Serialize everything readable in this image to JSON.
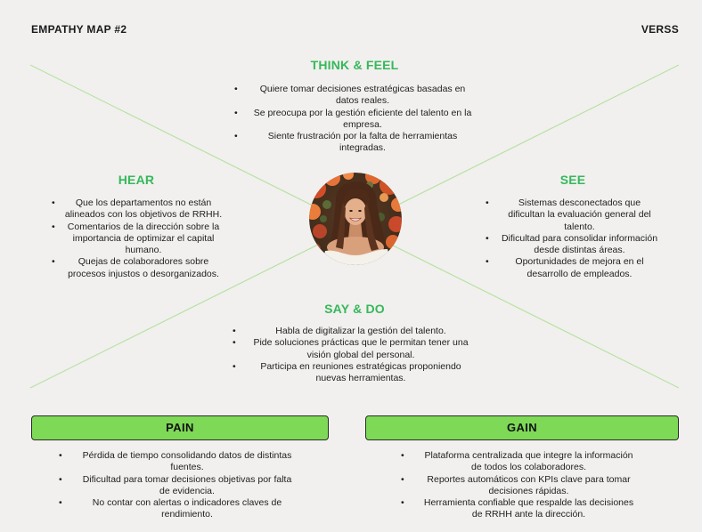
{
  "header": {
    "title": "EMPATHY MAP #2",
    "brand": "VERSS"
  },
  "think_feel": {
    "title": "THINK & FEEL",
    "items": [
      "Quiere tomar decisiones estratégicas basadas en datos reales.",
      "Se preocupa por la gestión eficiente del talento en la empresa.",
      "Siente frustración por la falta de herramientas integradas."
    ]
  },
  "hear": {
    "title": "HEAR",
    "items": [
      "Que los departamentos no están alineados con los objetivos de RRHH.",
      "Comentarios de la dirección sobre la importancia de optimizar el capital humano.",
      "Quejas de colaboradores sobre procesos injustos o desorganizados."
    ]
  },
  "see": {
    "title": "SEE",
    "items": [
      "Sistemas desconectados que dificultan la evaluación general del talento.",
      "Dificultad para consolidar información desde distintas áreas.",
      "Oportunidades de mejora en el desarrollo de empleados."
    ]
  },
  "say_do": {
    "title": "SAY & DO",
    "items": [
      "Habla de digitalizar la gestión del talento.",
      "Pide soluciones prácticas que le permitan tener una visión global del personal.",
      "Participa en reuniones estratégicas proponiendo nuevas herramientas."
    ]
  },
  "pain": {
    "title": "PAIN",
    "items": [
      "Pérdida de tiempo consolidando datos de distintas fuentes.",
      "Dificultad para tomar decisiones objetivas por falta de evidencia.",
      "No contar con alertas o indicadores claves de rendimiento."
    ]
  },
  "gain": {
    "title": "GAIN",
    "items": [
      "Plataforma centralizada que integre la información de todos los colaboradores.",
      "Reportes automáticos con KPIs clave para tomar decisiones rápidas.",
      "Herramienta confiable que respalde las decisiones de RRHH ante la dirección."
    ]
  },
  "avatar": {
    "icon": "profile-photo"
  },
  "colors": {
    "background": "#f1f0ee",
    "accent": "#36b85b",
    "box": "#7ed957",
    "line": "#b8e2a4",
    "text": "#1e1e1e"
  }
}
